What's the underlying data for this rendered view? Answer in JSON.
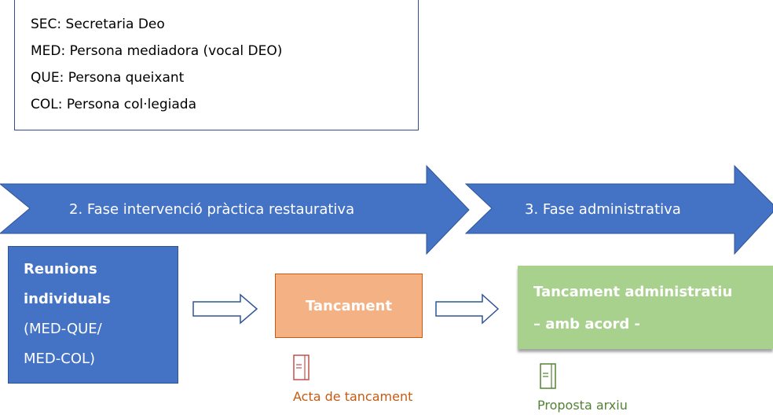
{
  "legend": {
    "lines": [
      "SEC: Secretaria Deo",
      "MED: Persona mediadora (vocal DEO)",
      "QUE: Persona queixant",
      "COL: Persona col·legiada"
    ]
  },
  "phases": [
    {
      "label": "2. Fase intervenció pràctica restaurativa"
    },
    {
      "label": "3. Fase administrativa"
    }
  ],
  "steps": {
    "reunions": {
      "line1": "Reunions",
      "line2": "individuals",
      "line3": "(MED-QUE/",
      "line4": "MED-COL)"
    },
    "tancament": {
      "label": "Tancament"
    },
    "admin": {
      "line1": "Tancament administratiu",
      "line2": "– amb acord -"
    }
  },
  "documents": {
    "acta": {
      "label": "Acta de tancament",
      "icon": "document-icon",
      "color": "#c0504d"
    },
    "arxiu": {
      "label": "Proposta arxiu",
      "icon": "document-icon",
      "color": "#548235"
    }
  },
  "colors": {
    "phase_arrow": "#4472c4",
    "reunions_box": "#4472c4",
    "tancament_box": "#f4b183",
    "admin_box": "#a9d18e"
  }
}
